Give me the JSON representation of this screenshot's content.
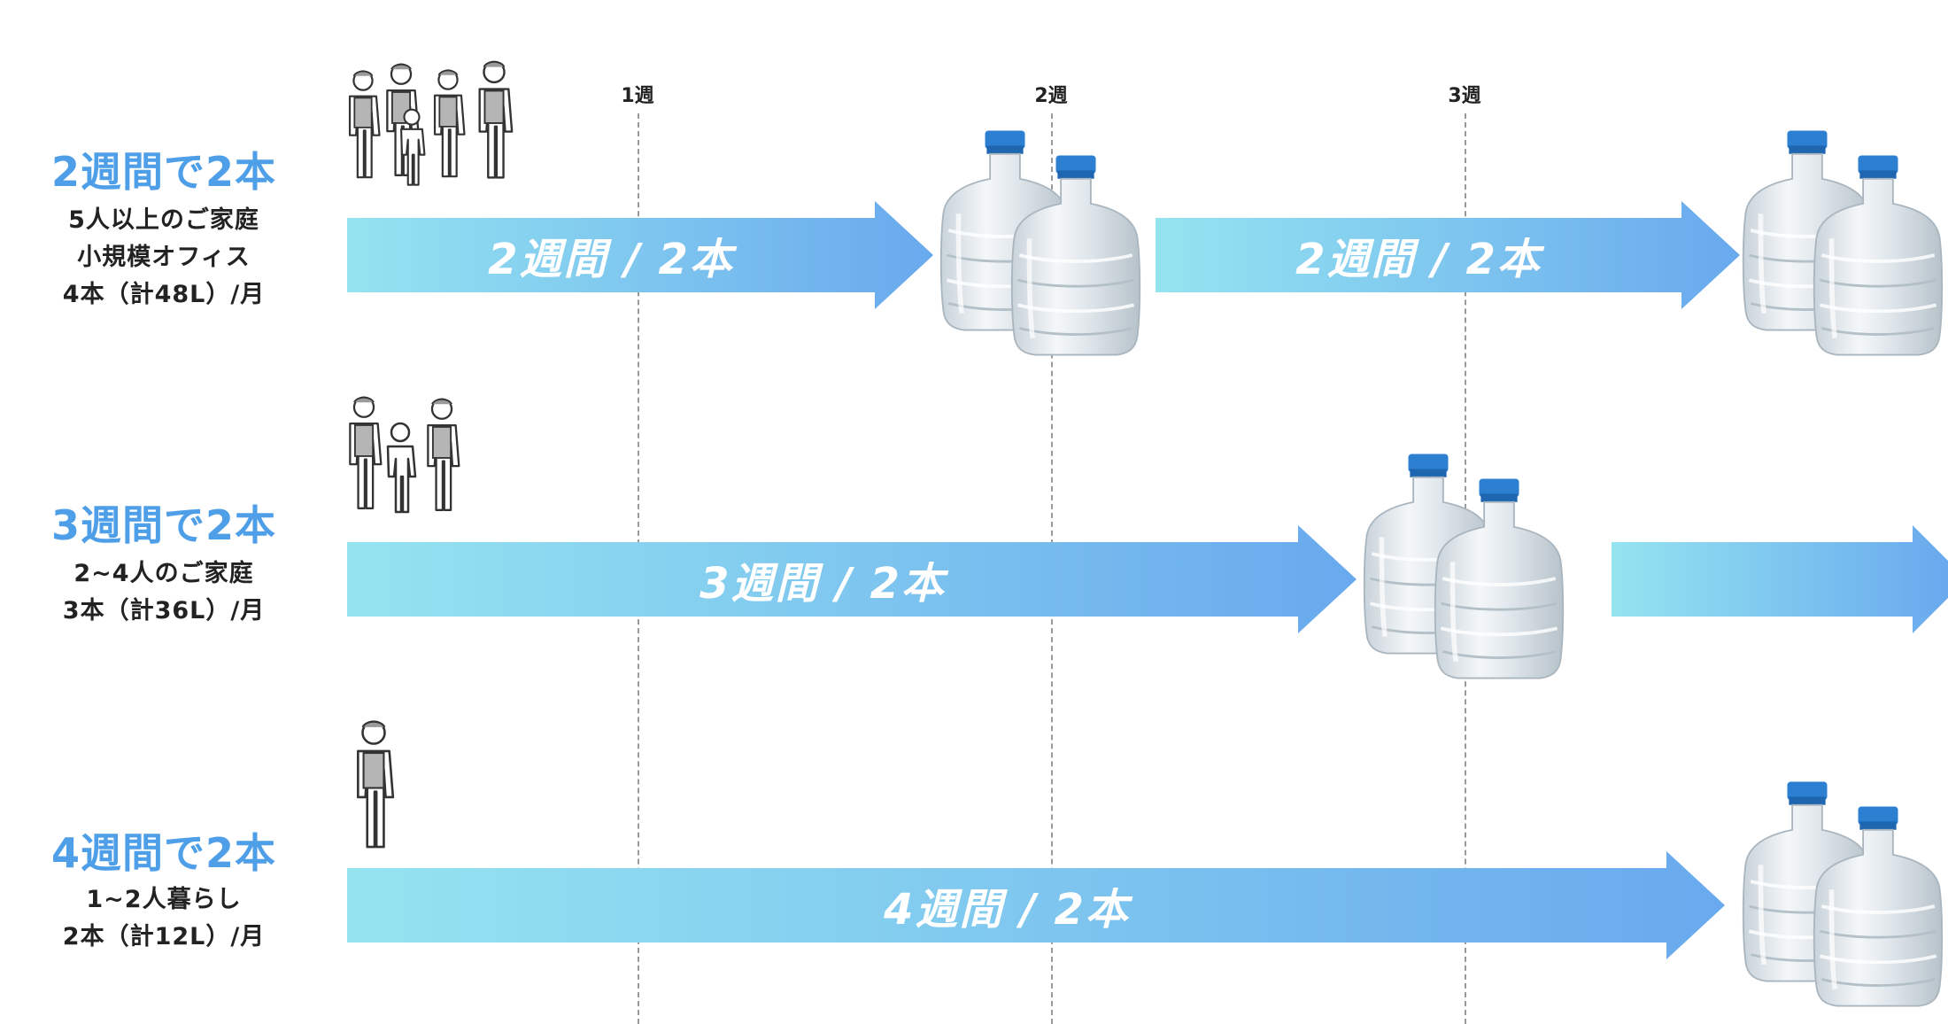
{
  "weeks": [
    "1週",
    "2週",
    "3週"
  ],
  "plans": [
    {
      "title": "2週間で2本",
      "desc": [
        "5人以上のご家庭",
        "小規模オフィス",
        "4本（計48L）/月"
      ],
      "arrow_label": "2週間 / 2本",
      "household_size": "5+"
    },
    {
      "title": "3週間で2本",
      "desc": [
        "2~4人のご家庭",
        "3本（計36L）/月"
      ],
      "arrow_label": "3週間 / 2本",
      "household_size": "2-4"
    },
    {
      "title": "4週間で2本",
      "desc": [
        "1~2人暮らし",
        "2本（計12L）/月"
      ],
      "arrow_label": "4週間 / 2本",
      "household_size": "1-2"
    }
  ],
  "colors": {
    "title": "#4f9fe8",
    "arrow_start": "#94e4f0",
    "arrow_end": "#69a9ee",
    "bottle_cap": "#2d7fd1"
  },
  "icons": [
    "person-icon",
    "water-bottle-icon"
  ]
}
